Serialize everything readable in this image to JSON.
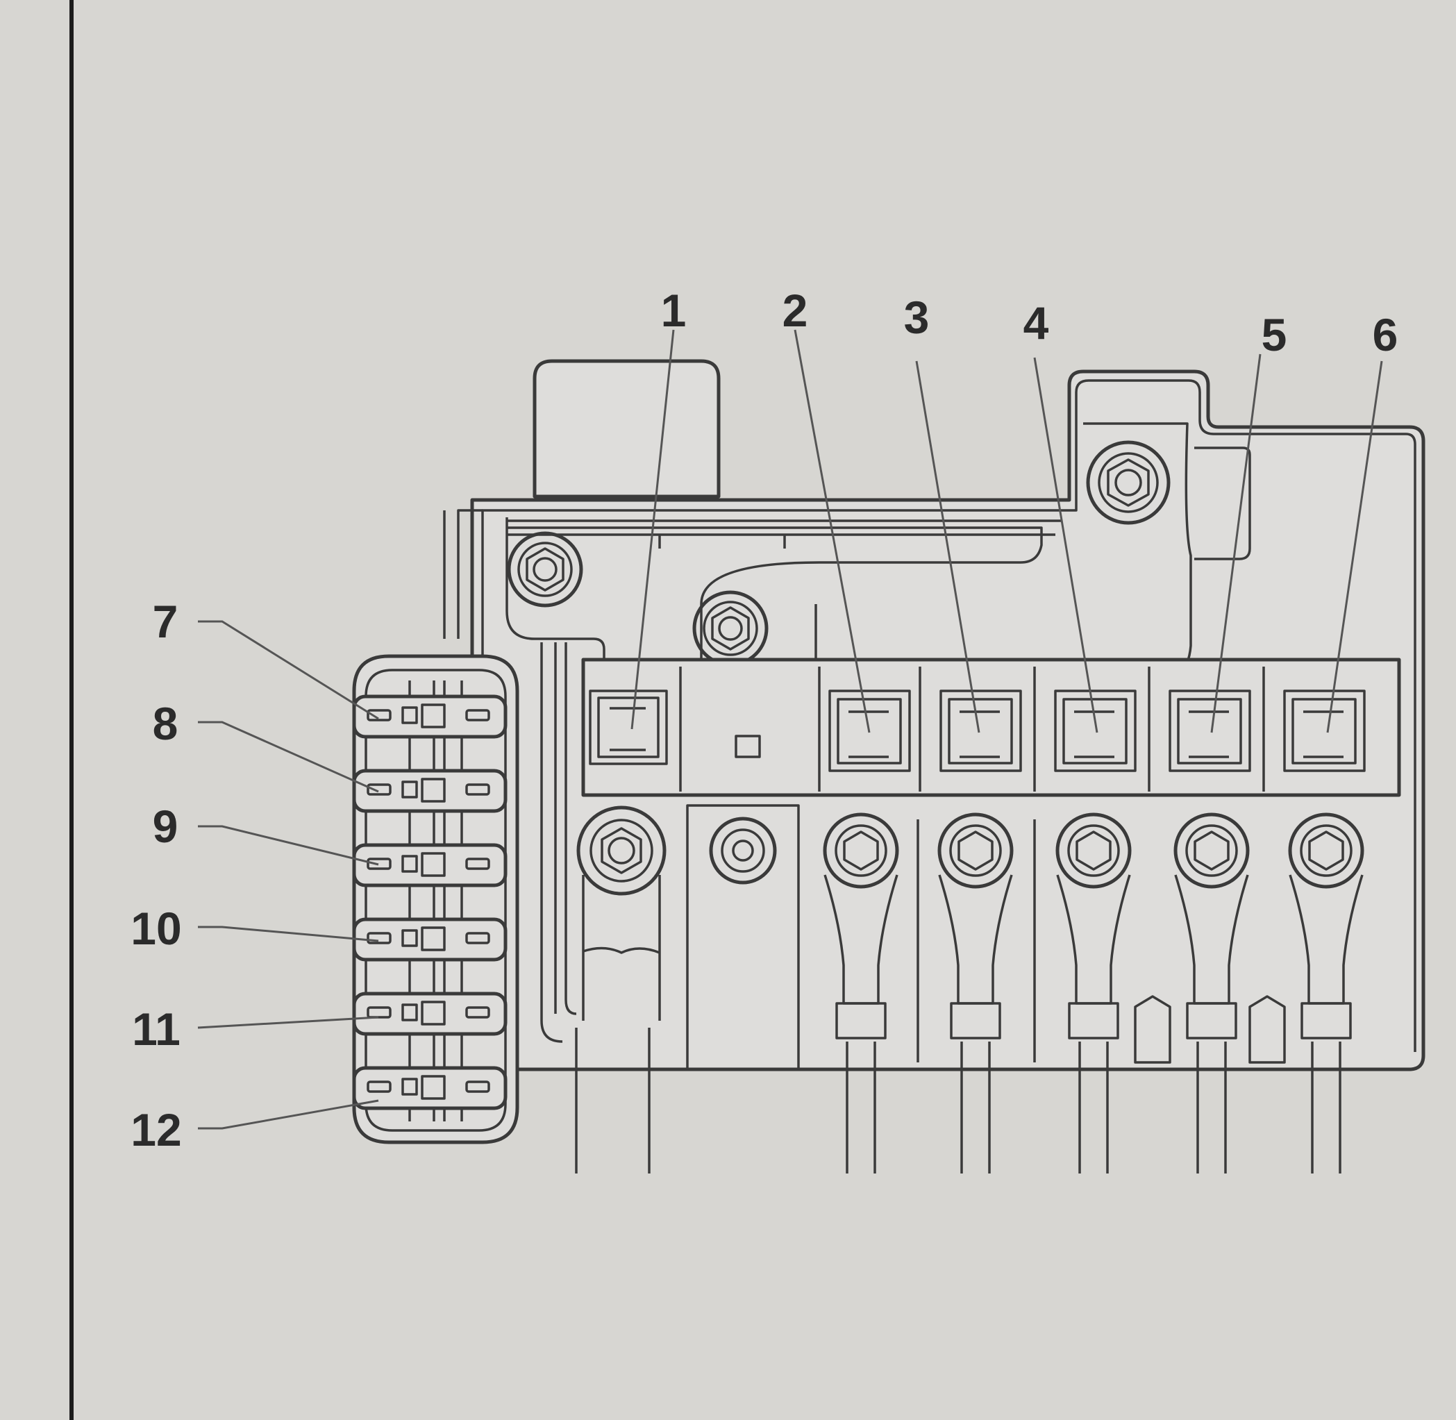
{
  "diagram": {
    "callouts_top": [
      "1",
      "2",
      "3",
      "4",
      "5",
      "6"
    ],
    "callouts_left": [
      "7",
      "8",
      "9",
      "10",
      "11",
      "12"
    ]
  },
  "colors": {
    "page_background": "#d7d6d2",
    "line": "#3a3a3a",
    "label": "#2b2b2b"
  }
}
